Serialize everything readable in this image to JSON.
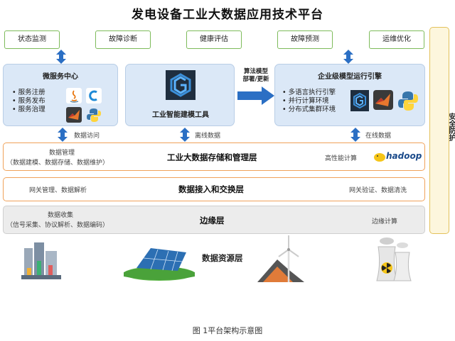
{
  "title": "发电设备工业大数据应用技术平台",
  "top_modules": [
    "状态监测",
    "故障诊断",
    "健康评估",
    "故障预测",
    "运维优化"
  ],
  "micro_service": {
    "title": "微服务中心",
    "items": [
      "服务注册",
      "服务发布",
      "服务治理"
    ]
  },
  "modeling_tool": {
    "label": "工业智能建模工具"
  },
  "deploy_arrow_label": [
    "算法模型",
    "部署/更新"
  ],
  "engine": {
    "title": "企业级模型运行引擎",
    "items": [
      "多语言执行引擎",
      "并行计算环境",
      "分布式集群环境"
    ]
  },
  "security": {
    "label": "安全防护"
  },
  "connectors": {
    "data_access": "数据访问",
    "offline_data": "离线数据",
    "online_data": "在线数据"
  },
  "storage_layer": {
    "title": "工业大数据存储和管理层",
    "left_line1": "数据管理",
    "left_line2": "（数据建模、数据存储、数据维护）",
    "right": "高性能计算",
    "logo": "hadoop"
  },
  "access_layer": {
    "title": "数据接入和交换层",
    "left": "网关管理、数据解析",
    "right": "网关验证、数据清洗"
  },
  "edge_layer": {
    "title": "边缘层",
    "left_line1": "数据收集",
    "left_line2": "（信号采集、协议解析、数据编码）",
    "right": "边缘计算"
  },
  "data_source": {
    "label": "数据资源层"
  },
  "caption": "图 1平台架构示意图",
  "colors": {
    "arrow": "#2b6fc4",
    "panel": "#dbe8f7",
    "green_border": "#7dbb5a",
    "orange_border": "#f0a25a",
    "yellow_border": "#e3c15a"
  }
}
